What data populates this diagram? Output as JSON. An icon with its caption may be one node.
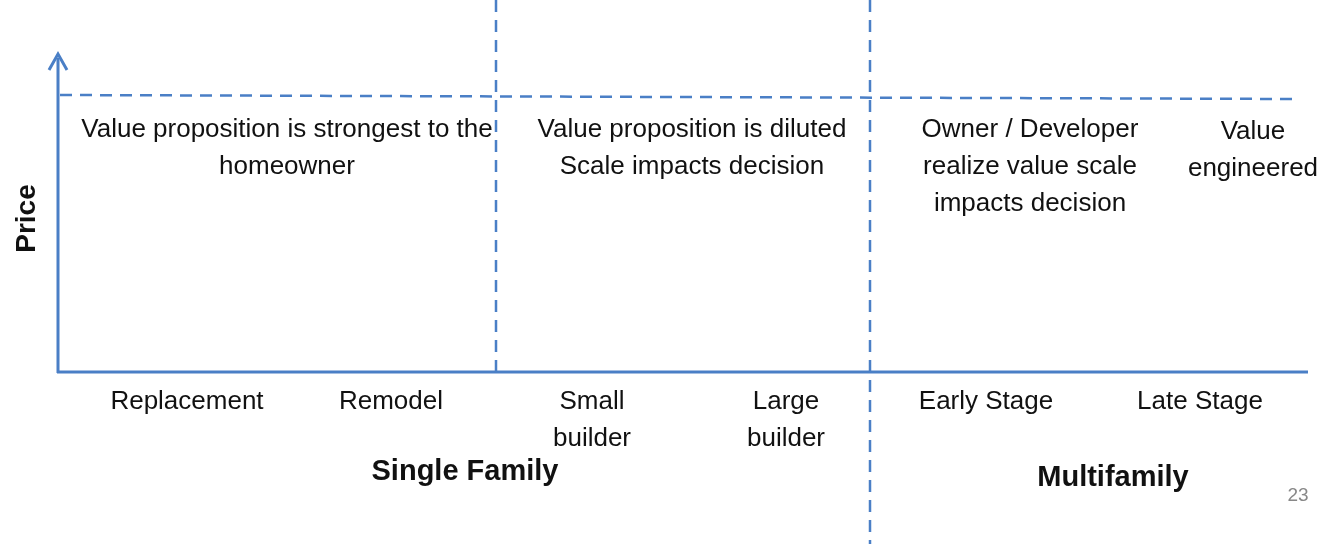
{
  "diagram": {
    "labels": [
      "Price",
      "Value proposition is strongest to the homeowner",
      "Value proposition is diluted Scale impacts decision",
      "Owner / Developer realize value scale impacts decision",
      "Value engineered",
      "Replacement",
      "Remodel",
      "Small builder",
      "Large builder",
      "Early Stage",
      "Late Stage",
      "Single Family",
      "Multifamily",
      "23"
    ]
  }
}
